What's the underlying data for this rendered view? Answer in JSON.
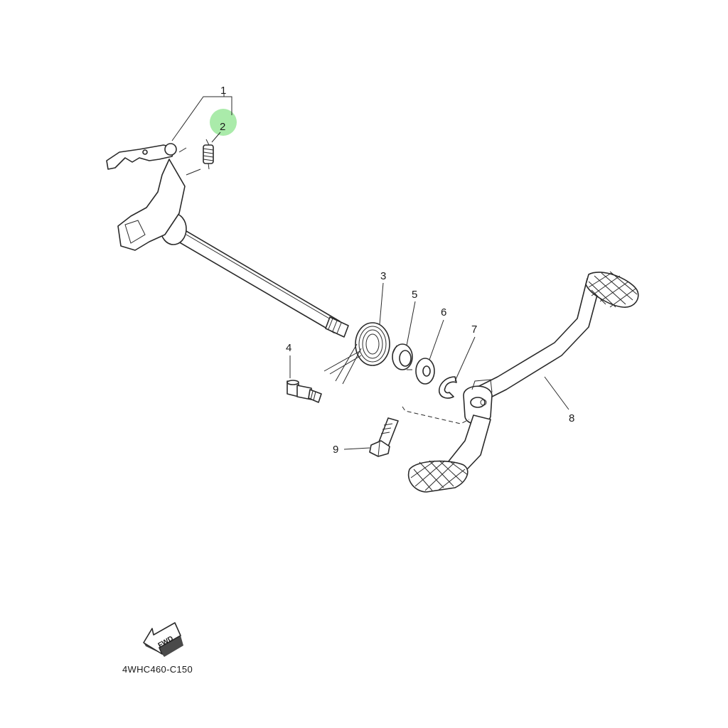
{
  "callouts": [
    {
      "id": "1",
      "label": "1"
    },
    {
      "id": "2",
      "label": "2",
      "highlighted": true
    },
    {
      "id": "3",
      "label": "3"
    },
    {
      "id": "4",
      "label": "4"
    },
    {
      "id": "5",
      "label": "5"
    },
    {
      "id": "6",
      "label": "6"
    },
    {
      "id": "7",
      "label": "7"
    },
    {
      "id": "8",
      "label": "8"
    },
    {
      "id": "9",
      "label": "9"
    }
  ],
  "fwd_label": "FWD",
  "diagram_code": "4WHC460-C150",
  "colors": {
    "highlight": "#9be89b",
    "ink": "#2a2a2a",
    "background": "#ffffff"
  }
}
